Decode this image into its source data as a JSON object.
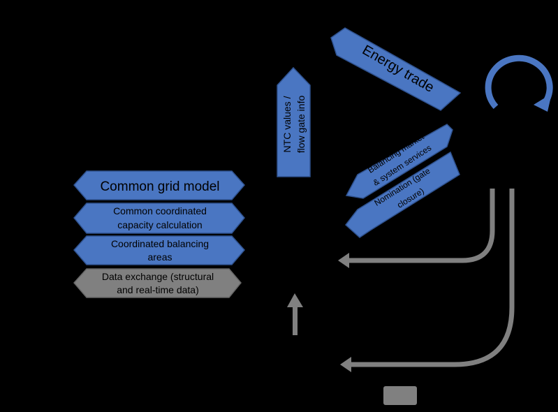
{
  "blocks": [
    {
      "label": "Common grid model",
      "color": "#4a76c2"
    },
    {
      "label_line1": "Common coordinated",
      "label_line2": "capacity calculation",
      "color": "#4a76c2"
    },
    {
      "label_line1": "Coordinated balancing",
      "label_line2": "areas",
      "color": "#4a76c2"
    },
    {
      "label_line1": "Data exchange (structural",
      "label_line2": "and real-time data)",
      "color": "#808080"
    }
  ],
  "arrows": {
    "energy_trade": "Energy trade",
    "ntc_line1": "NTC values /",
    "ntc_line2": "flow gate info",
    "balancing_line1": "Balancing market",
    "balancing_line2": "& system services",
    "nomination_line1": "Nomination (gate",
    "nomination_line2": "closure)"
  },
  "colors": {
    "blue": "#4a76c2",
    "blue_edge": "#2f528f",
    "gray": "#808080",
    "background": "#000000"
  }
}
